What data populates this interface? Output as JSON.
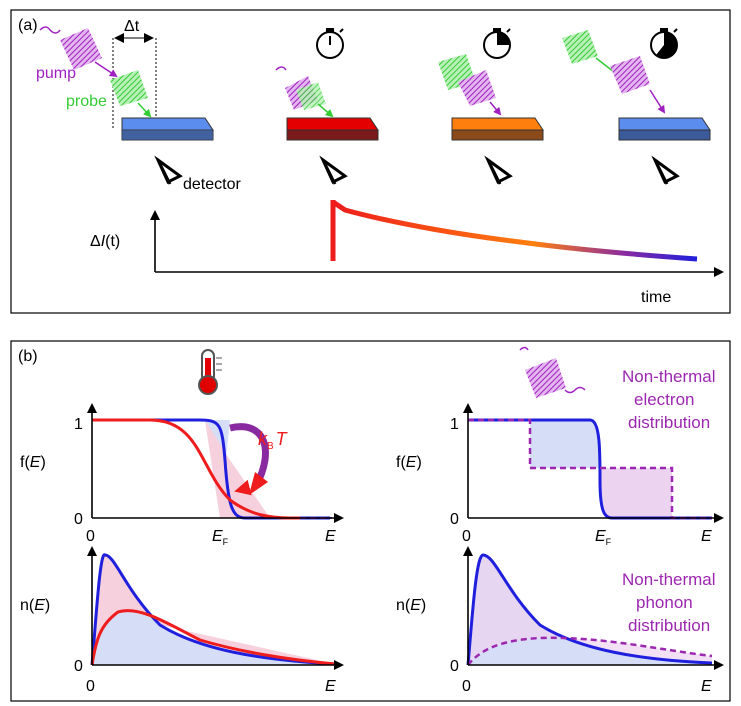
{
  "panel_a": {
    "tag": "(a)",
    "delay_label": "Δt",
    "pump_label": "pump",
    "probe_label": "probe",
    "detector_label": "detector",
    "signal_delta": "Δ",
    "signal_var": "I",
    "signal_arg": "(t)",
    "time_label": "time",
    "sample_colors": [
      "#5b8def",
      "#e50000",
      "#ff7f0e",
      "#5b8def"
    ]
  },
  "panel_b": {
    "tag": "(b)",
    "f_axis_label": "f(",
    "n_axis_label": "n(",
    "var_E": "E",
    "close_paren": ")",
    "tick_one": "1",
    "tick_zero": "0",
    "ef_main": "E",
    "ef_sub": "F",
    "kbt_k": "k",
    "kbt_sub": "B",
    "kbt_T": "T",
    "nonthermal_electron": [
      "Non-thermal",
      "electron",
      "distribution"
    ],
    "nonthermal_phonon": [
      "Non-thermal",
      "phonon",
      "distribution"
    ]
  },
  "colors": {
    "pump": "#a020c0",
    "probe": "#33cc33",
    "blue_curve": "#1f1fdd",
    "red_curve": "#ee1c1c",
    "purple_dash": "#9c27b0",
    "fill_blue": "#d6def7",
    "fill_pink": "#f6d0dc",
    "fill_purple": "#ecd3f0"
  }
}
